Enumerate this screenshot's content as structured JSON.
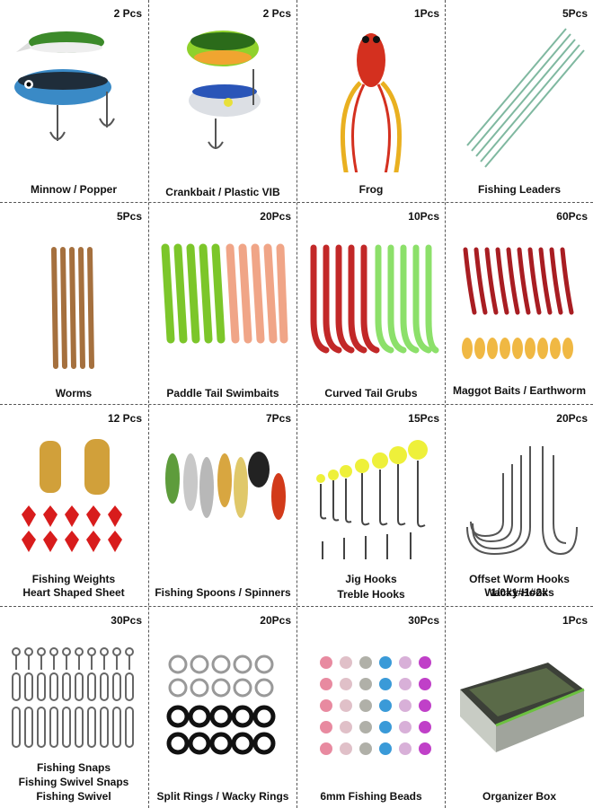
{
  "cells": [
    {
      "count": "2 Pcs",
      "label1": "Minnow / Popper",
      "label2": ""
    },
    {
      "count": "2 Pcs",
      "label1": "Crankbait / Plastic VIB",
      "label2": ""
    },
    {
      "count": "1Pcs",
      "label1": "Frog",
      "label2": ""
    },
    {
      "count": "5Pcs",
      "label1": "Fishing Leaders",
      "label2": ""
    },
    {
      "count": "5Pcs",
      "label1": "Worms",
      "label2": ""
    },
    {
      "count": "20Pcs",
      "label1": "Paddle Tail Swimbaits",
      "label2": ""
    },
    {
      "count": "10Pcs",
      "label1": "Curved Tail Grubs",
      "label2": ""
    },
    {
      "count": "60Pcs",
      "label1": "Maggot Baits / Earthworm",
      "label2": ""
    },
    {
      "count": "12 Pcs",
      "label1": "Fishing Weights",
      "label2": "Heart Shaped Sheet"
    },
    {
      "count": "7Pcs",
      "label1": "Fishing Spoons / Spinners",
      "label2": ""
    },
    {
      "count": "15Pcs",
      "label1": "Jig Hooks",
      "label2": "Treble Hooks"
    },
    {
      "count": "20Pcs",
      "label1": "Offset Worm Hooks 1/0#1#1#2#",
      "label2": "Wacky Hooks"
    },
    {
      "count": "30Pcs",
      "label1": "Fishing Snaps",
      "label2": "Fishing Swivel Snaps",
      "label3": "Fishing Swivel"
    },
    {
      "count": "20Pcs",
      "label1": "Split Rings / Wacky Rings",
      "label2": ""
    },
    {
      "count": "30Pcs",
      "label1": "6mm Fishing Beads",
      "label2": ""
    },
    {
      "count": "1Pcs",
      "label1": "Organizer Box",
      "label2": ""
    }
  ]
}
